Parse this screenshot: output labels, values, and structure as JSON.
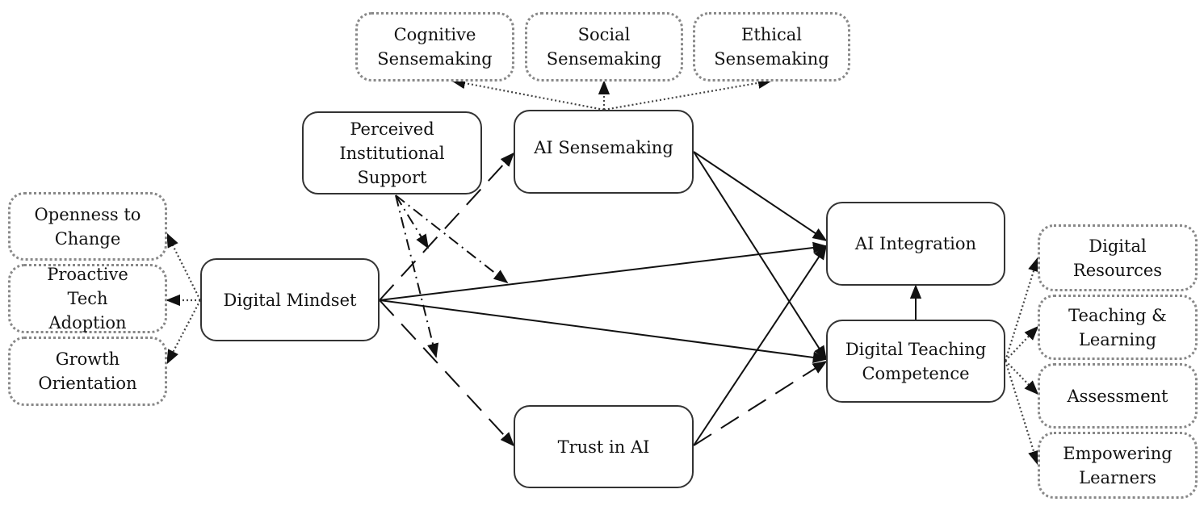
{
  "diagram": {
    "constructs": {
      "digital_mindset": "Digital Mindset",
      "perceived_institutional_support": "Perceived\nInstitutional\nSupport",
      "ai_sensemaking": "AI Sensemaking",
      "trust_in_ai": "Trust in AI",
      "ai_integration": "AI Integration",
      "digital_teaching_competence": "Digital Teaching\nCompetence"
    },
    "dimensions": {
      "digital_mindset": [
        "Openness to\nChange",
        "Proactive\nTech\nAdoption",
        "Growth\nOrientation"
      ],
      "ai_sensemaking": [
        "Cognitive\nSensemaking",
        "Social\nSensemaking",
        "Ethical\nSensemaking"
      ],
      "digital_teaching_competence": [
        "Digital\nResources",
        "Teaching &\nLearning",
        "Assessment",
        "Empowering\nLearners"
      ]
    },
    "paths": [
      {
        "from": "Digital Mindset",
        "to": "AI Sensemaking",
        "style": "dashed"
      },
      {
        "from": "Digital Mindset",
        "to": "Trust in AI",
        "style": "dashed"
      },
      {
        "from": "Digital Mindset",
        "to": "AI Integration",
        "style": "solid"
      },
      {
        "from": "Digital Mindset",
        "to": "Digital Teaching Competence",
        "style": "solid"
      },
      {
        "from": "AI Sensemaking",
        "to": "AI Integration",
        "style": "solid"
      },
      {
        "from": "AI Sensemaking",
        "to": "Digital Teaching Competence",
        "style": "solid"
      },
      {
        "from": "Trust in AI",
        "to": "AI Integration",
        "style": "solid"
      },
      {
        "from": "Trust in AI",
        "to": "Digital Teaching Competence",
        "style": "dashed"
      },
      {
        "from": "Digital Teaching Competence",
        "to": "AI Integration",
        "style": "solid"
      },
      {
        "from": "Perceived Institutional Support",
        "to": "Digital Mindset → AI Sensemaking",
        "style": "dash-dot",
        "type": "moderation"
      },
      {
        "from": "Perceived Institutional Support",
        "to": "Digital Mindset → AI Integration",
        "style": "dash-dot",
        "type": "moderation"
      },
      {
        "from": "Perceived Institutional Support",
        "to": "Digital Mindset → Trust in AI",
        "style": "dash-dot",
        "type": "moderation"
      }
    ],
    "colors": {
      "line": "#111111",
      "solid_border": "#333333",
      "dotted_border": "#888888",
      "background": "#ffffff"
    }
  }
}
